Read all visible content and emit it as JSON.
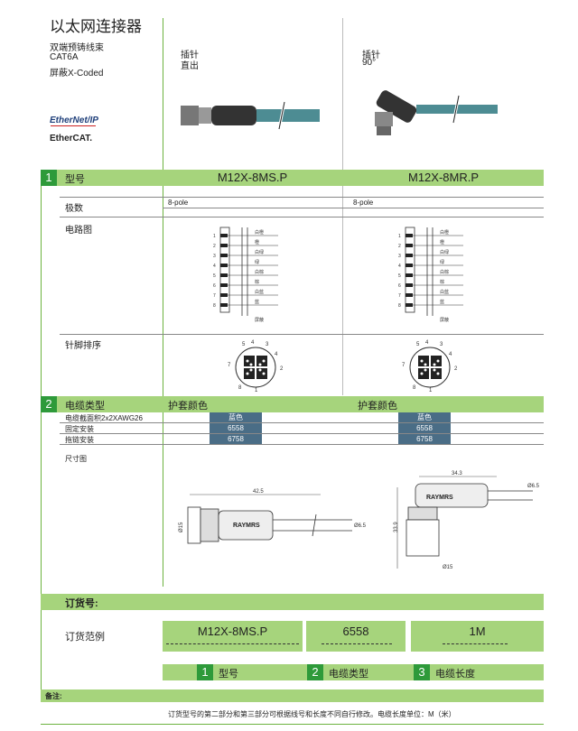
{
  "title": "以太网连接器",
  "specs": [
    "双端预铸线束",
    "CAT6A",
    "屏蔽X-Coded"
  ],
  "logos": {
    "ethernetip": "EtherNet/IP",
    "ethercat": "EtherCAT."
  },
  "columns": [
    {
      "type_line1": "插针",
      "type_line2": "直出",
      "model": "M12X-8MS.P",
      "poles": "8-pole",
      "sheath_label": "护套颜色"
    },
    {
      "type_line1": "插针",
      "type_line2": "90°",
      "model": "M12X-8MR.P",
      "poles": "8-pole",
      "sheath_label": "护套颜色"
    }
  ],
  "section1": {
    "num": "1",
    "label": "型号"
  },
  "rows": {
    "poles": "极数",
    "circuit": "电路图",
    "pinout": "针脚排序"
  },
  "wires": [
    "白橙",
    "橙",
    "白绿",
    "绿",
    "白棕",
    "棕",
    "白蓝",
    "蓝"
  ],
  "shield_label": "屏蔽",
  "pin_labels": [
    "1",
    "2",
    "3",
    "4",
    "5",
    "6",
    "7",
    "8"
  ],
  "section2": {
    "num": "2",
    "label": "电缆类型"
  },
  "cable_rows": [
    "电缆截面积2x2XAWG26",
    "固定安装",
    "拖链安装"
  ],
  "cable_values": [
    "蓝色",
    "6558",
    "6758"
  ],
  "dimension_label": "尺寸图",
  "brand": "RAYMRS",
  "dims": {
    "straight_len": "42.5",
    "straight_dia": "Ø15",
    "straight_cable": "Ø6.5",
    "angle_w": "34.3",
    "angle_h": "33.9",
    "angle_cable": "Ø6.5",
    "angle_dia": "Ø15"
  },
  "order": {
    "title": "订货号:",
    "range_label": "订货范例",
    "part1": "M12X-8MS.P",
    "part2": "6558",
    "part3": "1M",
    "legend": [
      {
        "num": "1",
        "label": "型号"
      },
      {
        "num": "2",
        "label": "电缆类型"
      },
      {
        "num": "3",
        "label": "电缆长度"
      }
    ]
  },
  "remark_label": "备注:",
  "note": "订货型号的第二部分和第三部分可根据线号和长度不同自行修改。电缆长度单位：M（米）",
  "colors": {
    "green": "#a6d47c",
    "darkgreen": "#2e9a3a",
    "cable": "#4d8c93",
    "pill": "#4a6d86"
  }
}
